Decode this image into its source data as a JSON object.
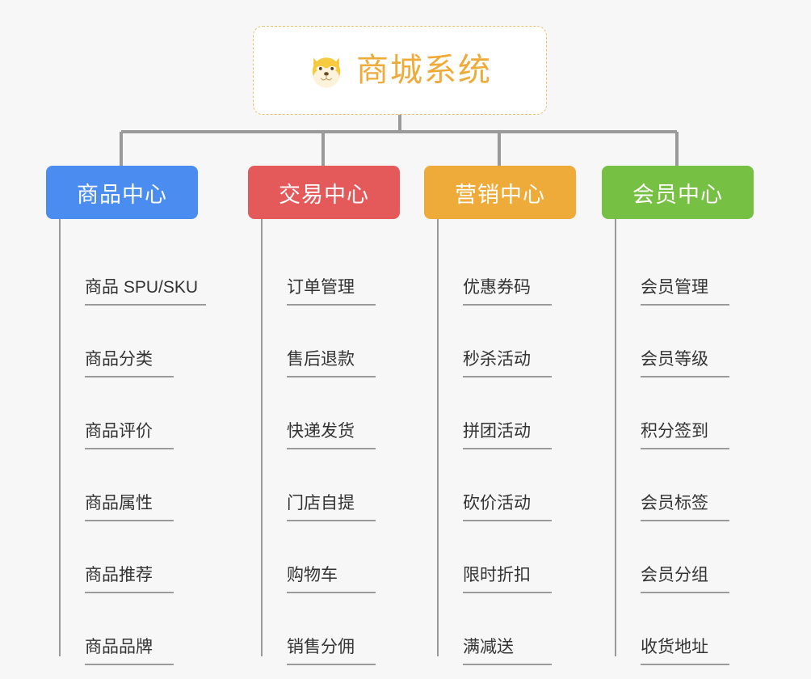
{
  "root": {
    "title": "商城系统",
    "icon": "shiba-dog-face-icon",
    "text_color": "#eeab3a",
    "border_color": "#eabf72",
    "background": "#ffffff"
  },
  "canvas": {
    "background": "#f7f7f7",
    "connector_color": "#9a9a9a"
  },
  "branches": [
    {
      "label": "商品中心",
      "color": "#4a8cf0",
      "items": [
        "商品 SPU/SKU",
        "商品分类",
        "商品评价",
        "商品属性",
        "商品推荐",
        "商品品牌"
      ]
    },
    {
      "label": "交易中心",
      "color": "#e45a5a",
      "items": [
        "订单管理",
        "售后退款",
        "快递发货",
        "门店自提",
        "购物车",
        "销售分佣"
      ]
    },
    {
      "label": "营销中心",
      "color": "#eeab3a",
      "items": [
        "优惠券码",
        "秒杀活动",
        "拼团活动",
        "砍价活动",
        "限时折扣",
        "满减送"
      ]
    },
    {
      "label": "会员中心",
      "color": "#76c043",
      "items": [
        "会员管理",
        "会员等级",
        "积分签到",
        "会员标签",
        "会员分组",
        "收货地址"
      ]
    }
  ]
}
